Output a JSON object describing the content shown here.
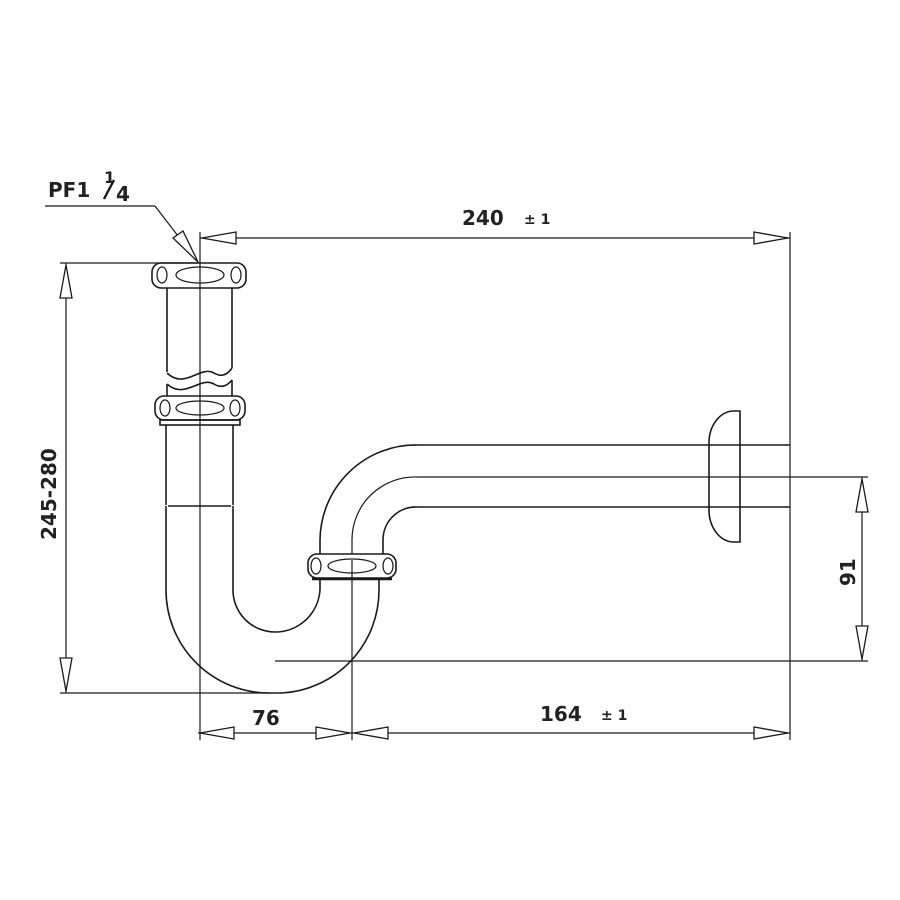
{
  "drawing": {
    "subject": "P-trap pipe",
    "thread_label": {
      "main": "PF1",
      "fraction_num": "1",
      "fraction_den": "4"
    },
    "dimensions": {
      "overall_width": {
        "value": "240",
        "tolerance": "± 1"
      },
      "height_range": {
        "value": "245-280"
      },
      "outlet_drop": {
        "value": "91"
      },
      "trap_width": {
        "value": "76"
      },
      "outlet_length": {
        "value": "164",
        "tolerance": "± 1"
      }
    },
    "colors": {
      "line": "#1a1a1a",
      "background": "#ffffff"
    }
  }
}
